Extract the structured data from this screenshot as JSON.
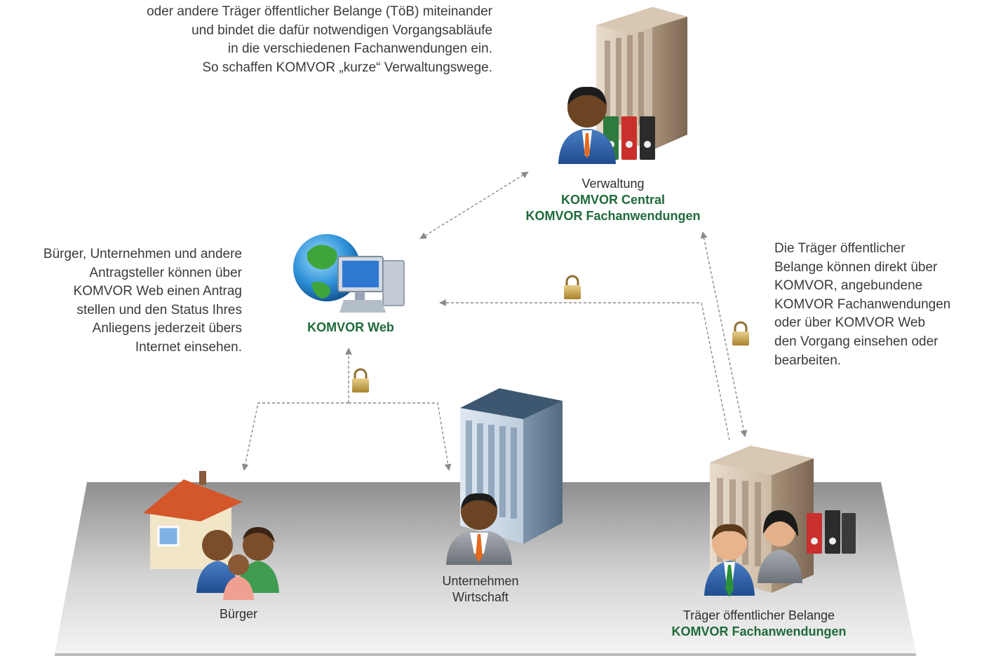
{
  "intro": {
    "lines": [
      "oder andere Träger öffentlicher Belange (TöB) miteinander",
      "und bindet die dafür notwendigen Vorgangsabläufe",
      "in die verschiedenen Fachanwendungen ein.",
      "So schaffen KOMVOR „kurze“ Verwaltungswege."
    ]
  },
  "left_text": {
    "lines": [
      "Bürger, Unternehmen und andere",
      "Antragsteller können über",
      "KOMVOR Web einen Antrag",
      "stellen und den Status Ihres",
      "Anliegens jederzeit übers",
      "Internet einsehen."
    ]
  },
  "right_text": {
    "lines": [
      "Die Träger öffentlicher",
      "Belange können direkt über",
      "KOMVOR, angebundene",
      "KOMVOR Fachanwendungen",
      "oder über KOMVOR Web",
      "den Vorgang einsehen oder",
      "bearbeiten."
    ]
  },
  "nodes": {
    "verwaltung": {
      "label": "Verwaltung",
      "system1": "KOMVOR Central",
      "system2": "KOMVOR Fachanwendungen"
    },
    "web": {
      "system": "KOMVOR Web"
    },
    "buerger": {
      "label": "Bürger"
    },
    "unternehmen": {
      "line1": "Unternehmen",
      "line2": "Wirtschaft"
    },
    "toeb": {
      "label": "Träger öffentlicher Belange",
      "system": "KOMVOR Fachanwendungen"
    }
  },
  "colors": {
    "brand_green": "#1f6b3a",
    "arrow": "#8a8a8a",
    "platform_top": "#9b9b9b",
    "platform_bottom": "#f2f2f2"
  },
  "icons": [
    "building-icon",
    "businessman-icon",
    "binders-icon",
    "globe-icon",
    "computer-icon",
    "padlock-icon",
    "house-icon",
    "family-icon",
    "office-tower-icon",
    "businesswoman-icon"
  ]
}
